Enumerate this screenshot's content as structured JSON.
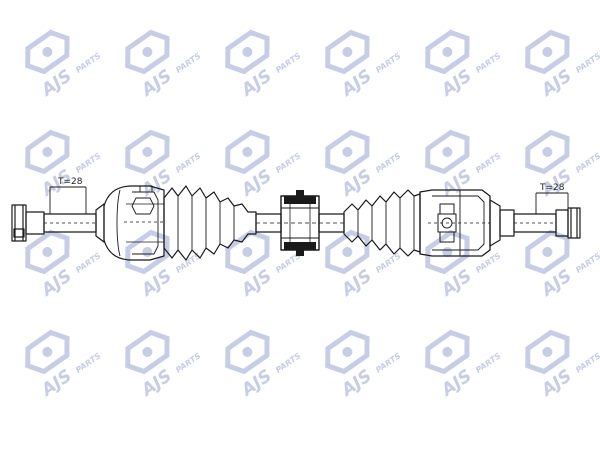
{
  "diagram": {
    "left_thread_label": "T=28",
    "right_thread_label": "T=28"
  },
  "watermark": {
    "brand": "AJS",
    "suffix": "PARTS"
  },
  "colors": {
    "watermark": "#c8cde6",
    "line": "#1a1a1a",
    "background": "#ffffff"
  }
}
